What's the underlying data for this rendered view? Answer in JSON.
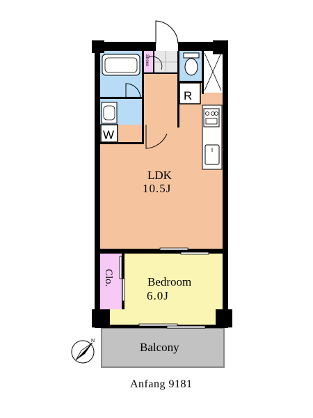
{
  "plan": {
    "rooms": {
      "ldk": {
        "name": "LDK",
        "size": "10.5J",
        "color": "#f5c49f"
      },
      "bedroom": {
        "name": "Bedroom",
        "size": "6.0J",
        "color": "#fbf5b3"
      },
      "closet": {
        "name": "Clo.",
        "color": "#f6caf5"
      },
      "balcony": {
        "name": "Balcony",
        "color": "#c2c2c2"
      },
      "wash": {
        "label": "W",
        "color": "#b8dcf5"
      },
      "refrigerator": {
        "label": "R"
      },
      "shoes": {
        "label": "Shoes"
      }
    },
    "caption": "Anfang 9181"
  },
  "colors": {
    "wall": "#000000",
    "wet": "#b8dcf5",
    "entry": "#f0f0f0"
  }
}
